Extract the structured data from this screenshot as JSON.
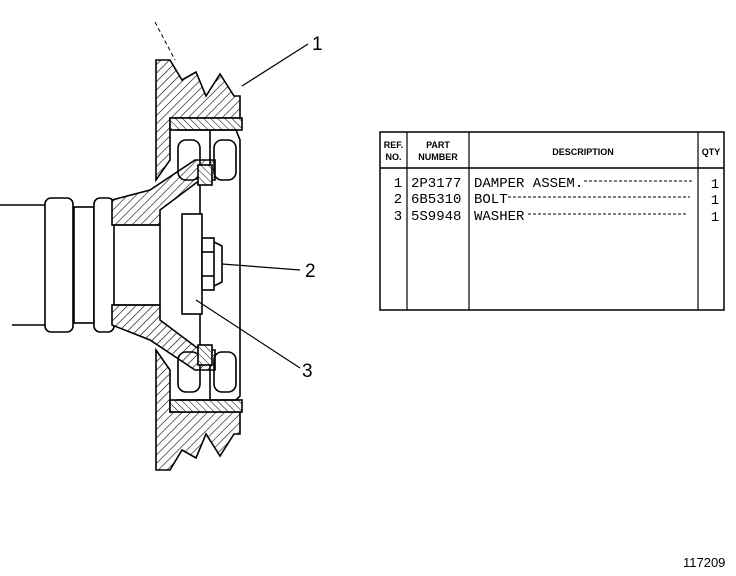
{
  "callouts": [
    "1",
    "2",
    "3"
  ],
  "table": {
    "headers": {
      "ref_line1": "REF.",
      "ref_line2": "NO.",
      "part_line1": "PART",
      "part_line2": "NUMBER",
      "description": "DESCRIPTION",
      "qty": "QTY"
    },
    "rows": [
      {
        "ref": "1",
        "part": "2P3177",
        "description": "DAMPER ASSEM.",
        "qty": "1"
      },
      {
        "ref": "2",
        "part": "6B5310",
        "description": "BOLT",
        "qty": "1"
      },
      {
        "ref": "3",
        "part": "5S9948",
        "description": "WASHER",
        "qty": "1"
      }
    ]
  },
  "figure_number": "117209"
}
